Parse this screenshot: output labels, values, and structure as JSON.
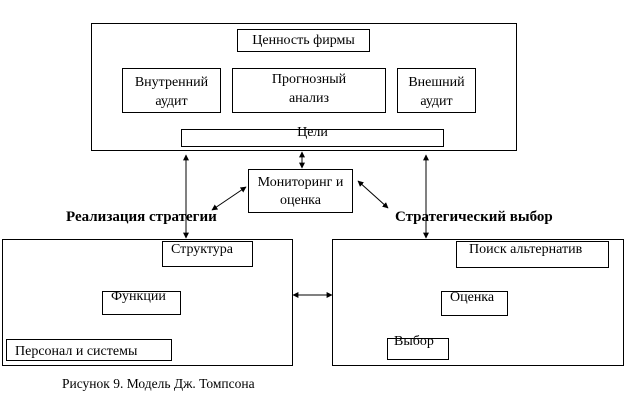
{
  "top": {
    "value": "Ценность фирмы",
    "internal_audit": [
      "Внутренний",
      "аудит"
    ],
    "forecast_analysis": [
      "Прогнозный",
      "анализ"
    ],
    "external_audit": [
      "Внешний",
      "аудит"
    ],
    "goals": "Цели"
  },
  "monitoring": [
    "Мониторинг и",
    "оценка"
  ],
  "strategy_implementation": "Реализация стратегии",
  "strategic_choice": "Стратегический выбор",
  "left_block": {
    "structure": "Структура",
    "functions": "Функции",
    "personnel": "Персонал и системы"
  },
  "right_block": {
    "search": "Поиск альтернатив",
    "evaluation": "Оценка",
    "choice": "Выбор"
  },
  "caption": "Рисунок 9. Модель Дж. Томпсона"
}
